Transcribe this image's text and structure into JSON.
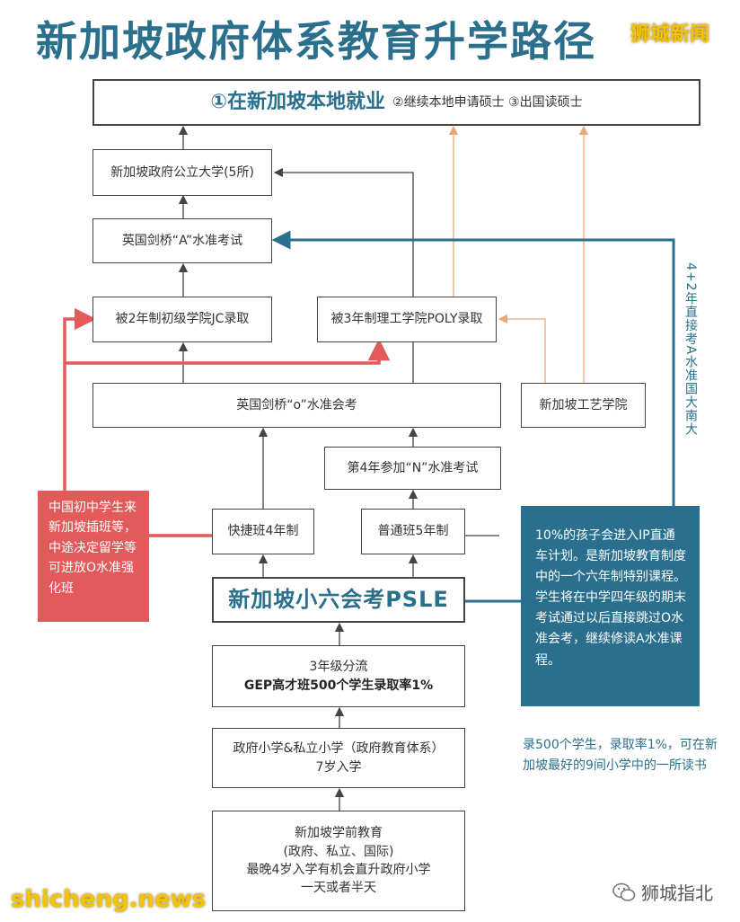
{
  "title": "新加坡政府体系教育升学路径",
  "watermark_top": "狮城新闻",
  "top_box": {
    "lead": "①在新加坡本地就业",
    "rest": "②继续本地申请硕士 ③出国读硕士"
  },
  "boxes": {
    "university": "新加坡政府公立大学(5所)",
    "a_level": "英国剑桥“A”水准考试",
    "jc": "被2年制初级学院JC录取",
    "poly": "被3年制理工学院POLY录取",
    "o_level": "英国剑桥“o”水准会考",
    "ite": "新加坡工艺学院",
    "n_level": "第4年参加“N”水准考试",
    "express": "快捷班4年制",
    "normal": "普通班5年制",
    "psle": "新加坡小六会考PSLE",
    "gep_line1": "3年级分流",
    "gep_line2": "GEP高才班500个学生录取率1%",
    "primary_line1": "政府小学&私立小学（政府教育体系）",
    "primary_line2": "7岁入学",
    "pre_line1": "新加坡学前教育",
    "pre_line2": "(政府、私立、国际)",
    "pre_line3": "最晚4岁入学有机会直升政府小学",
    "pre_line4": "一天或者半天"
  },
  "notes": {
    "red": "中国初中学生来新加坡插班等，中途决定留学等可进放O水准强化班",
    "blue": "10%的孩子会进入IP直通车计划。是新加坡教育制度中的一个六年制特别课程。学生将在中学四年级的期末考试通过以后直接跳过O水准会考，继续修读A水准课程。",
    "vertical": "4+2年直接考A水准国大南大",
    "gep": "录500个学生，录取率1%，可在新加坡最好的9间小学中的一所读书"
  },
  "watermark_bottom": "shicheng.news",
  "watermark_br": "狮城指北",
  "colors": {
    "title": "#2a6f8c",
    "red": "#e25a5a",
    "blue": "#2b6f8e",
    "orange_arrow": "#e8a97a",
    "line": "#444444",
    "watermark": "#f5c400"
  }
}
